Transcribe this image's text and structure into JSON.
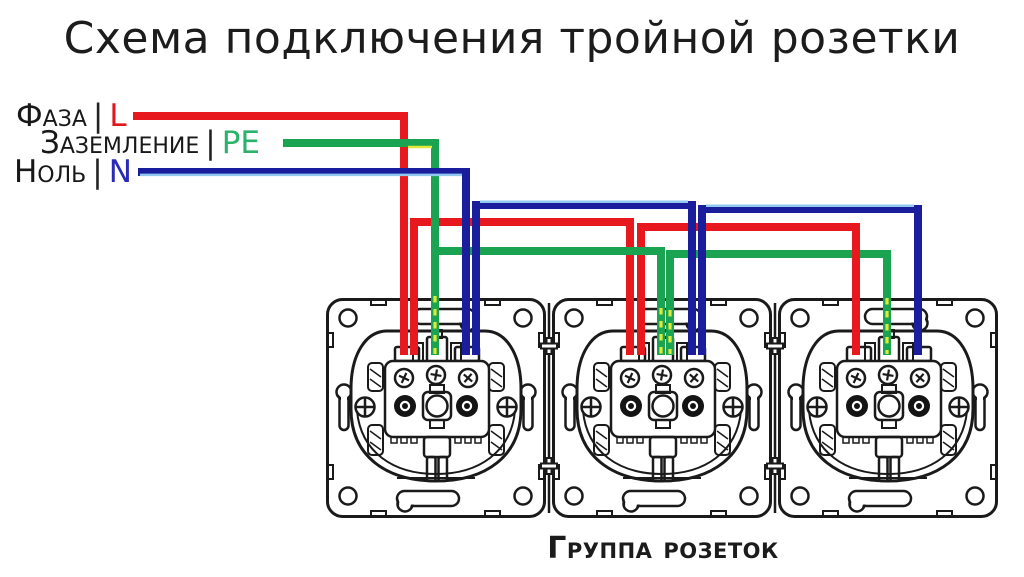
{
  "title": "Схема подключения тройной розетки",
  "legend": {
    "items": [
      {
        "name": "Фаза",
        "sep": "|",
        "code": "L"
      },
      {
        "name": "Заземление",
        "sep": "|",
        "code": "PE"
      },
      {
        "name": "Ноль",
        "sep": "|",
        "code": "N"
      }
    ]
  },
  "caption": "Группа розеток",
  "sockets": {
    "count": 3
  },
  "colors": {
    "phase_wire": "#e8191e",
    "phase_label": "#e0161c",
    "ground_wire": "#1aa351",
    "ground_label": "#2bb36b",
    "ground_stripe": "#dfe93c",
    "neutral_wire": "#1b1e9c",
    "neutral_label": "#2a2ab8",
    "neutral_highlight": "#92c9f0",
    "ink": "#1a1a1a"
  }
}
